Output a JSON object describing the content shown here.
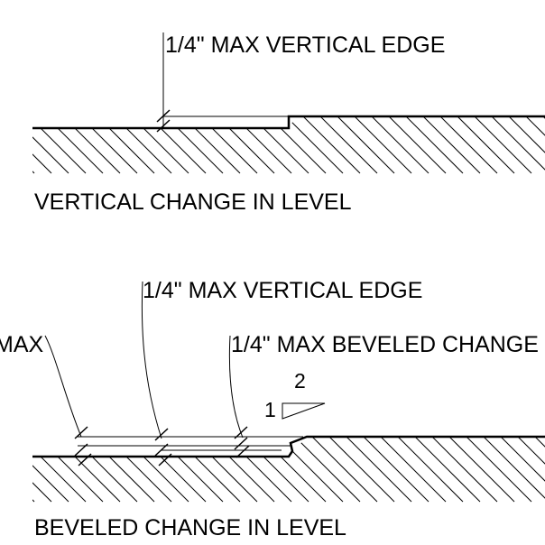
{
  "vertical_detail": {
    "leader_label": "1/4\" MAX VERTICAL EDGE",
    "caption": "VERTICAL CHANGE IN LEVEL"
  },
  "beveled_detail": {
    "leader_vertical_label": "1/4\" MAX VERTICAL EDGE",
    "leader_max_label": "MAX",
    "leader_beveled_label": "1/4\" MAX BEVELED CHANGE",
    "slope_rise": "1",
    "slope_run": "2",
    "caption": "BEVELED CHANGE IN LEVEL"
  }
}
